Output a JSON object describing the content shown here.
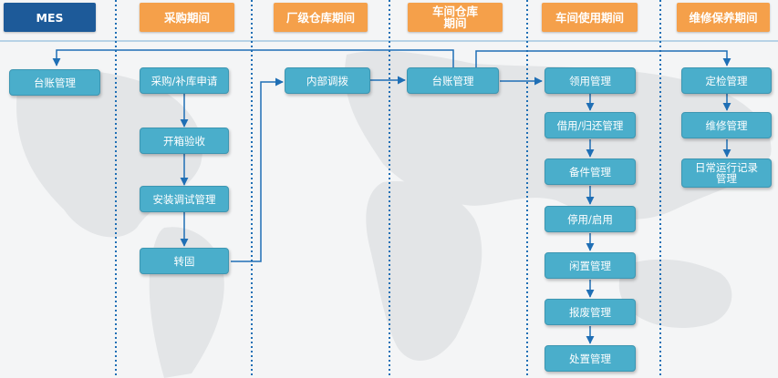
{
  "headers": {
    "mes": "MES",
    "purchase": "采购期间",
    "factory_warehouse": "厂级仓库期间",
    "workshop_warehouse": "车间仓库期间",
    "workshop_use": "车间使用期间",
    "maintenance": "维修保养期间"
  },
  "nodes": {
    "mes_ledger": "台账管理",
    "purchase_request": "采购/补库申请",
    "unpack_inspect": "开箱验收",
    "install_debug": "安装调试管理",
    "transfer_fixed": "转固",
    "internal_allocation": "内部调拨",
    "workshop_ledger": "台账管理",
    "requisition": "领用管理",
    "borrow_return": "借用/归还管理",
    "spare_parts": "备件管理",
    "stop_enable": "停用/启用",
    "idle": "闲置管理",
    "scrap": "报废管理",
    "disposal": "处置管理",
    "periodic_check": "定检管理",
    "repair": "维修管理",
    "daily_record": "日常运行记录管理"
  },
  "colors": {
    "mes_header": "#1d5a99",
    "period_header": "#f5a04a",
    "node": "#4aaecb",
    "connector": "#1f6fb5"
  }
}
